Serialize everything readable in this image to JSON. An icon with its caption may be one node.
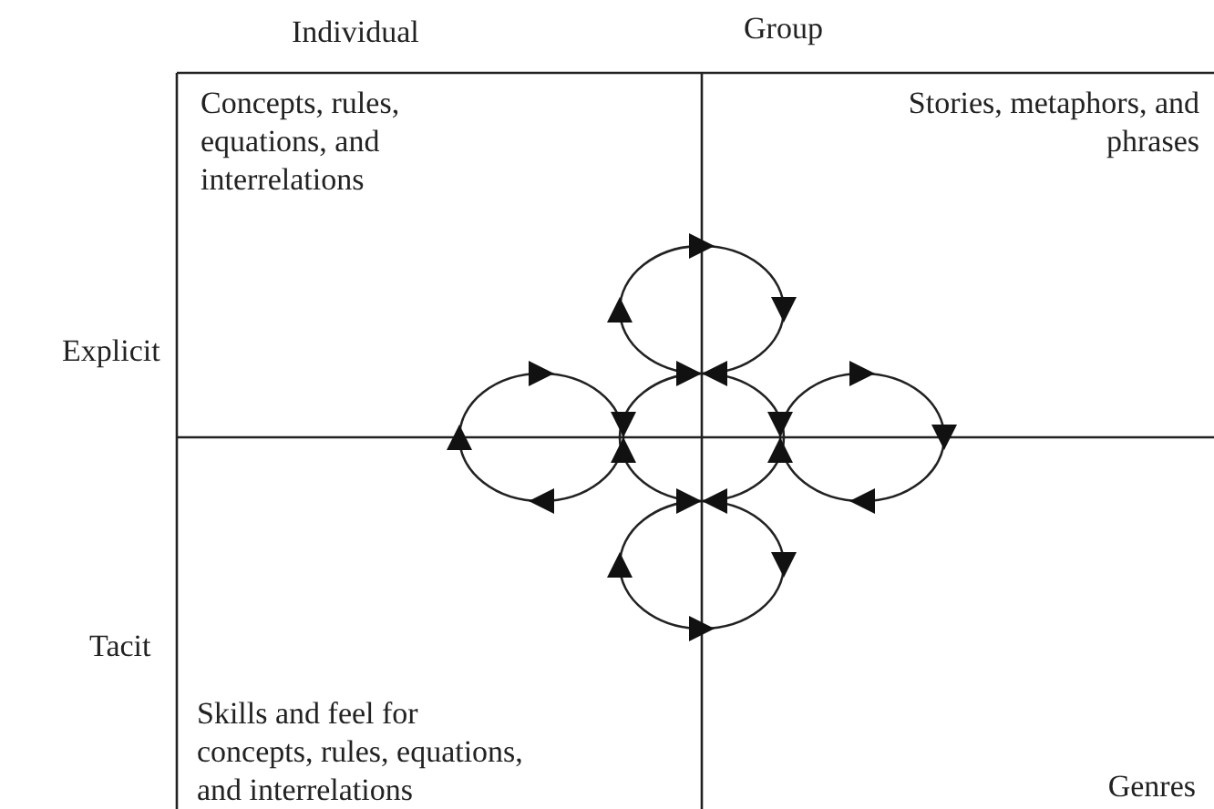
{
  "diagram": {
    "nodes": [
      {
        "text": [
          "Concepts, rules, equations, and interrelations"
        ]
      },
      {
        "text": [
          "Stories, metaphors, and phrases"
        ]
      },
      {
        "text": [
          "Skills and  feel for concepts, rules, equations, and interrelations"
        ]
      },
      {
        "text": [
          "Genres"
        ]
      }
    ],
    "labels": [
      "Individual",
      "Group",
      "Explicit",
      "Tacit"
    ]
  }
}
